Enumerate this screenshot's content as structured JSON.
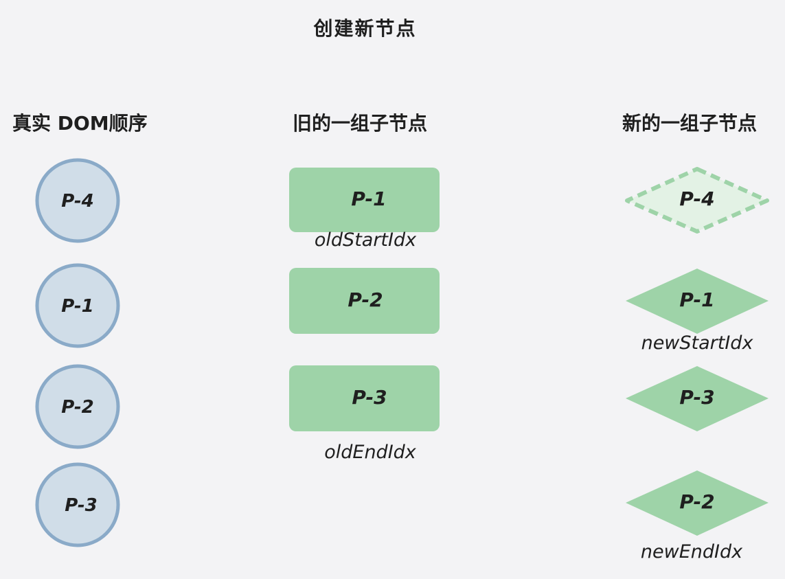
{
  "title": "创建新节点",
  "columns": {
    "real_dom": {
      "header": "真实 DOM顺序",
      "nodes": [
        "P-4",
        "P-1",
        "P-2",
        "P-3"
      ]
    },
    "old_children": {
      "header": "旧的一组子节点",
      "nodes": [
        "P-1",
        "P-2",
        "P-3"
      ]
    },
    "new_children": {
      "header": "新的一组子节点",
      "nodes": [
        "P-4",
        "P-1",
        "P-3",
        "P-2"
      ]
    }
  },
  "pointers": {
    "old_start": "oldStartIdx",
    "old_end": "oldEndIdx",
    "new_start": "newStartIdx",
    "new_end": "newEndIdx"
  },
  "colors": {
    "circle_fill": "#d0dde8",
    "circle_stroke": "#8aaac8",
    "green_fill": "#9ed3a8",
    "new_node_fill": "#e3f2e5",
    "new_node_stroke": "#9ed3a8",
    "background": "#f3f3f5"
  }
}
